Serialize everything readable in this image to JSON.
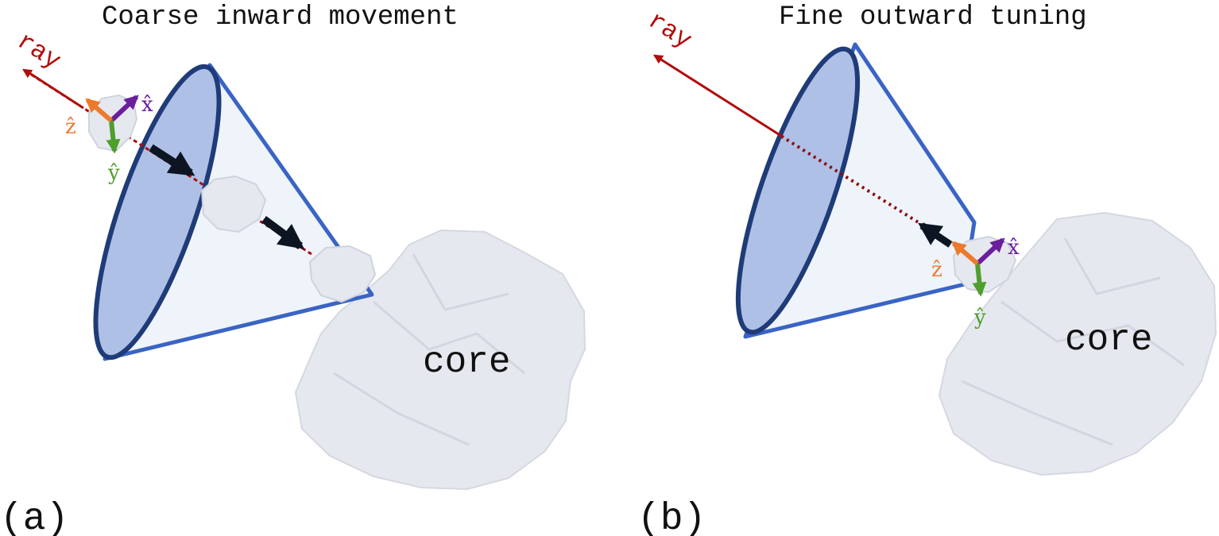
{
  "panels": [
    {
      "id": "a",
      "label": "(a)",
      "title": "Coarse inward movement",
      "ray_label": "ray",
      "core_label": "core",
      "axes": {
        "x": "x̂",
        "y": "ŷ",
        "z": "ẑ"
      }
    },
    {
      "id": "b",
      "label": "(b)",
      "title": "Fine outward tuning",
      "ray_label": "ray",
      "core_label": "core",
      "axes": {
        "x": "x̂",
        "y": "ŷ",
        "z": "ẑ"
      }
    }
  ],
  "colors": {
    "ray": "#b00d0d",
    "cone_stroke": "#3a64c4",
    "cone_rim": "#1f3b78",
    "cone_face": "#aec0e6",
    "cone_fill": "#eef4fa",
    "rock": "#e6e8ef",
    "axis_x": "#6a1f9c",
    "axis_y": "#4f9e2e",
    "axis_z": "#ec7a2c",
    "arrow": "#0d1422"
  }
}
